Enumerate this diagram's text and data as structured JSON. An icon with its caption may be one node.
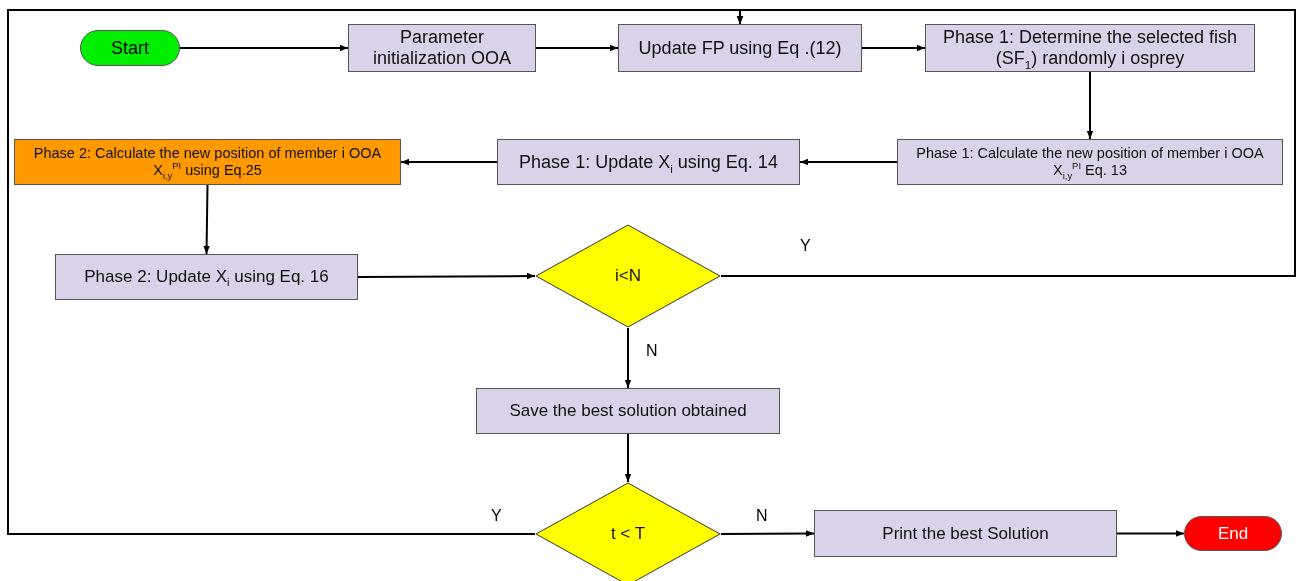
{
  "diagram": {
    "nodes": [
      {
        "text": [
          "Start"
        ]
      },
      {
        "text": [
          "Parameter initialization OOA"
        ]
      },
      {
        "text": [
          "Update FP using Eq .(12)"
        ]
      },
      {
        "text": [
          "Phase 1: Determine the selected fish (SF$_{1}$) randomly i osprey"
        ]
      },
      {
        "text": [
          "Phase 1: Calculate the new position of member i OOA X$_{i,y}$$^{PI}$ Eq. 13"
        ]
      },
      {
        "text": [
          "Phase 1: Update X$_{i}$ using Eq. 14"
        ]
      },
      {
        "text": [
          "Phase 2: Calculate the new position of member i OOA X$_{i,y}$$^{PI}$ using Eq.25"
        ]
      },
      {
        "text": [
          "Phase 2: Update X$_{i}$ using Eq. 16"
        ]
      },
      {
        "text": [
          "i<N"
        ]
      },
      {
        "text": [
          "Save the best solution obtained"
        ]
      },
      {
        "text": [
          "t < T"
        ]
      },
      {
        "text": [
          "Print  the best Solution"
        ]
      },
      {
        "text": [
          "End"
        ]
      }
    ],
    "edges": [
      {
        "from": 0,
        "to": 1,
        "arrow": "to"
      },
      {
        "from": 1,
        "to": 2,
        "arrow": "to"
      },
      {
        "from": 2,
        "to": 3,
        "arrow": "to"
      },
      {
        "from": 3,
        "to": 4,
        "arrow": "to"
      },
      {
        "from": 4,
        "to": 5,
        "arrow": "to"
      },
      {
        "from": 5,
        "to": 6,
        "arrow": "to"
      },
      {
        "from": 6,
        "to": 7,
        "arrow": "to"
      },
      {
        "from": 7,
        "to": 8,
        "arrow": "to"
      },
      {
        "from": 8,
        "to": 9,
        "arrow": "to",
        "label": "N"
      },
      {
        "from": 9,
        "to": 10,
        "arrow": "to"
      },
      {
        "from": 10,
        "to": 11,
        "arrow": "to",
        "label": "N"
      },
      {
        "from": 11,
        "to": 12,
        "arrow": "to"
      },
      {
        "from": 8,
        "to": 2,
        "arrow": "to",
        "label": "Y"
      },
      {
        "from": 10,
        "to": 2,
        "arrow": "to",
        "label": "Y"
      }
    ]
  }
}
